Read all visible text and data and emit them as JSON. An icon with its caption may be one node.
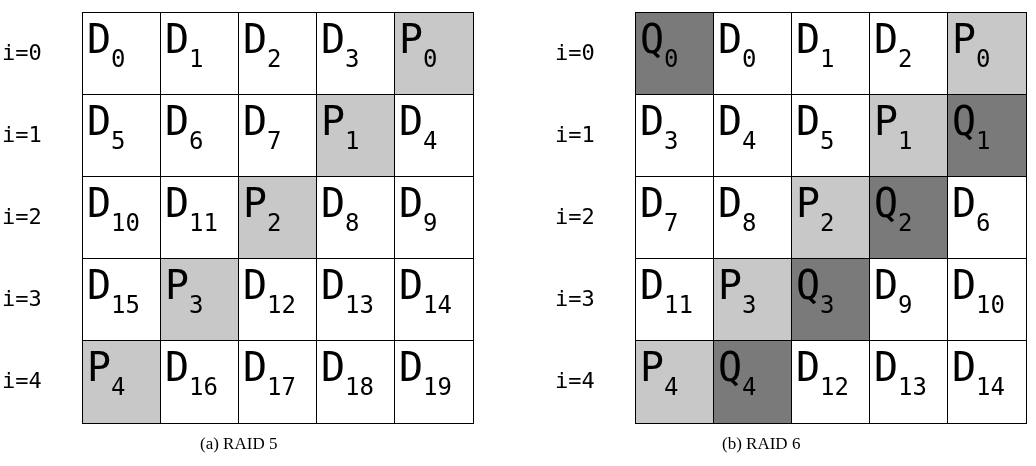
{
  "diagram": {
    "labels": [
      "i=0",
      "D$_{0}$",
      "D$_{1}$",
      "D$_{2}$",
      "D$_{3}$",
      "P$_{0}$",
      "i=0",
      "Q$_{0}$",
      "D$_{0}$",
      "D$_{1}$",
      "D$_{2}$",
      "P$_{0}$",
      "i=1",
      "D$_{5}$",
      "D$_{6}$",
      "D$_{7}$",
      "P$_{1}$",
      "D$_{4}$",
      "i=1",
      "D$_{3}$",
      "D$_{4}$",
      "D$_{5}$",
      "P$_{1}$",
      "Q$_{1}$",
      "i=2",
      "D$_{10}$",
      "D$_{11}$",
      "P$_{2}$",
      "D$_{8}$",
      "D$_{9}$",
      "i=2",
      "D$_{7}$",
      "D$_{8}$",
      "P$_{2}$",
      "Q$_{2}$",
      "D$_{6}$",
      "i=3",
      "D$_{15}$",
      "P$_{3}$",
      "D$_{12}$",
      "D$_{13}$",
      "D$_{14}$",
      "i=3",
      "D$_{11}$",
      "P$_{3}$",
      "Q$_{3}$",
      "D$_{9}$",
      "D$_{10}$",
      "i=4",
      "P$_{4}$",
      "D$_{16}$",
      "D$_{17}$",
      "D$_{18}$",
      "D$_{19}$",
      "i=4",
      "P$_{4}$",
      "Q$_{4}$",
      "D$_{12}$",
      "D$_{13}$",
      "D$_{14}$",
      "(a) RAID 5",
      "(b) RAID 6"
    ]
  }
}
